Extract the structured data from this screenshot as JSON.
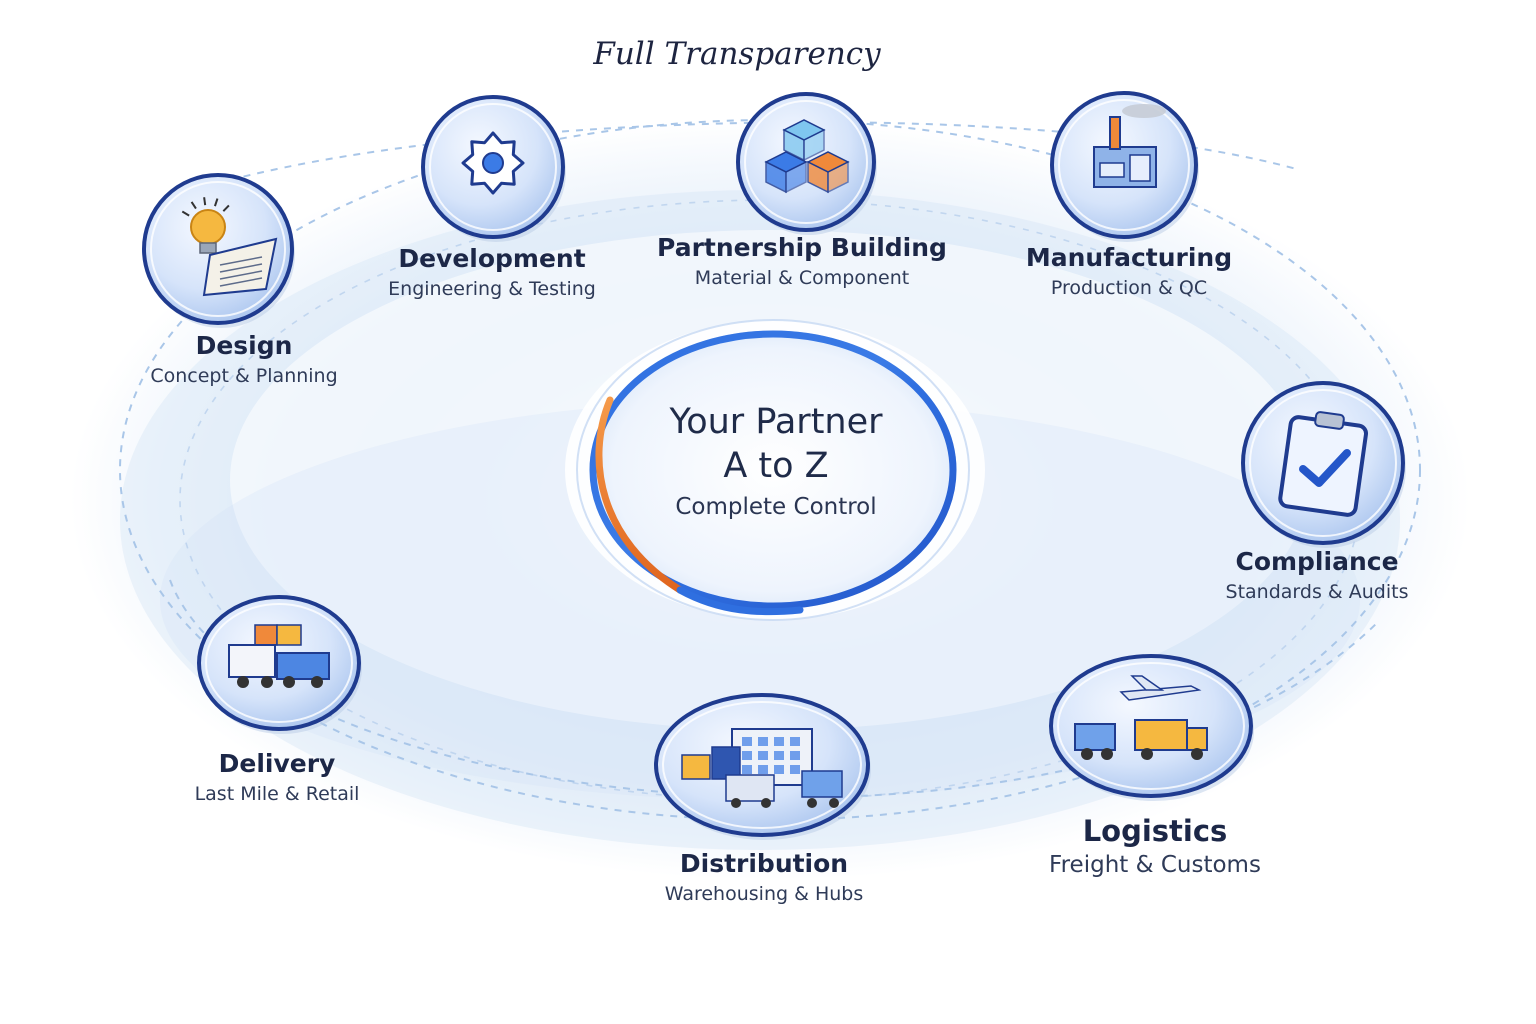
{
  "header": {
    "title": "Full Transparency"
  },
  "center": {
    "line1": "Your Partner",
    "line2": "A to Z",
    "line3": "Complete Control"
  },
  "nodes": [
    {
      "id": "design",
      "title": "Design",
      "subtitle": "Concept & Planning",
      "icon": "lightbulb-notebook-icon"
    },
    {
      "id": "development",
      "title": "Development",
      "subtitle": "Engineering & Testing",
      "icon": "gear-icon"
    },
    {
      "id": "partnership",
      "title": "Partnership Building",
      "subtitle": "Material & Component",
      "icon": "cubes-icon"
    },
    {
      "id": "manufacturing",
      "title": "Manufacturing",
      "subtitle": "Production & QC",
      "icon": "factory-icon"
    },
    {
      "id": "compliance",
      "title": "Compliance",
      "subtitle": "Standards & Audits",
      "icon": "clipboard-check-icon"
    },
    {
      "id": "logistics",
      "title": "Logistics",
      "subtitle": "Freight & Customs",
      "icon": "plane-truck-icon"
    },
    {
      "id": "distribution",
      "title": "Distribution",
      "subtitle": "Warehousing & Hubs",
      "icon": "warehouse-icon"
    },
    {
      "id": "delivery",
      "title": "Delivery",
      "subtitle": "Last Mile & Retail",
      "icon": "delivery-truck-icon"
    }
  ],
  "colors": {
    "circle_rim": "#1f3b8f",
    "circle_fill": "#dbe8fb",
    "ring_blue": "#2f6fe0",
    "ring_orange": "#ee7a2c",
    "wash": "#cfe0f6",
    "dashed_path": "#a9c6e8",
    "text_dark": "#1c2747"
  }
}
